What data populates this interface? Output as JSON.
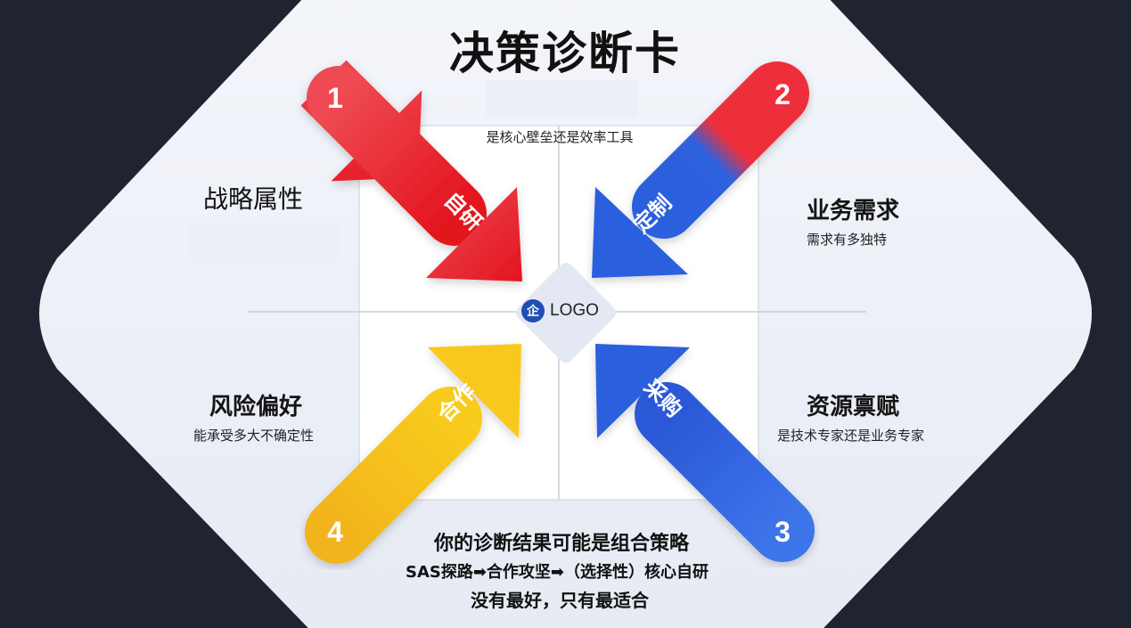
{
  "title": "决策诊断卡",
  "top_note": "是核心壁垒还是效率工具",
  "labels": {
    "strategic": "战略属性",
    "business_title": "业务需求",
    "business_sub": "需求有多独特",
    "risk_title": "风险偏好",
    "risk_sub": "能承受多大不确定性",
    "resource_title": "资源禀赋",
    "resource_sub": "是技术专家还是业务专家"
  },
  "arrows": [
    {
      "number": "1",
      "label": "自研",
      "color": "#e8323c"
    },
    {
      "number": "2",
      "label": "定制",
      "color": "#2d63e0"
    },
    {
      "number": "3",
      "label": "采购",
      "color": "#2d63e0"
    },
    {
      "number": "4",
      "label": "合作",
      "color": "#f5b81c"
    }
  ],
  "logo": {
    "badge": "企",
    "text": "LOGO"
  },
  "bottom": {
    "line1": "你的诊断结果可能是组合策略",
    "line2": "SAS探路➡合作攻坚➡（选择性）核心自研",
    "line3": "没有最好，只有最适合"
  },
  "colors": {
    "red": "#e8323c",
    "blue": "#2d63e0",
    "yellow": "#f5b81c",
    "logo_blue": "#1f4fb5",
    "background": "#1f2430"
  }
}
